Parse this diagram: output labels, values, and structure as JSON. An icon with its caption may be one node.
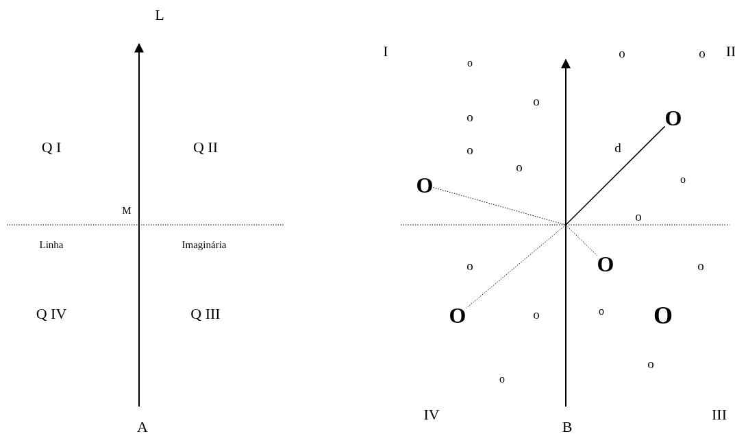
{
  "diagram": {
    "nodes": [
      {
        "text": [
          "O"
        ]
      },
      {
        "text": [
          "O"
        ]
      },
      {
        "text": [
          "O"
        ]
      },
      {
        "text": [
          "O"
        ]
      },
      {
        "text": [
          "O"
        ]
      }
    ],
    "edges": [
      {
        "from": null,
        "to": 0,
        "arrow": "none"
      },
      {
        "from": null,
        "to": 1,
        "arrow": "none",
        "style": "dashed"
      },
      {
        "from": null,
        "to": 2,
        "arrow": "none",
        "style": "dashed"
      },
      {
        "from": null,
        "to": 3,
        "arrow": "none",
        "style": "dashed"
      }
    ],
    "labels": [
      "L",
      "Q I",
      "Q II",
      "M",
      "Linha",
      "Imaginária",
      "Q IV",
      "Q III",
      "A",
      "I",
      "o",
      "o",
      "II",
      "o",
      "o",
      "o",
      "o",
      "d",
      "o",
      "o",
      "o",
      "o",
      "o",
      "o",
      "o",
      "o",
      "o",
      "IV",
      "III",
      "B"
    ]
  }
}
